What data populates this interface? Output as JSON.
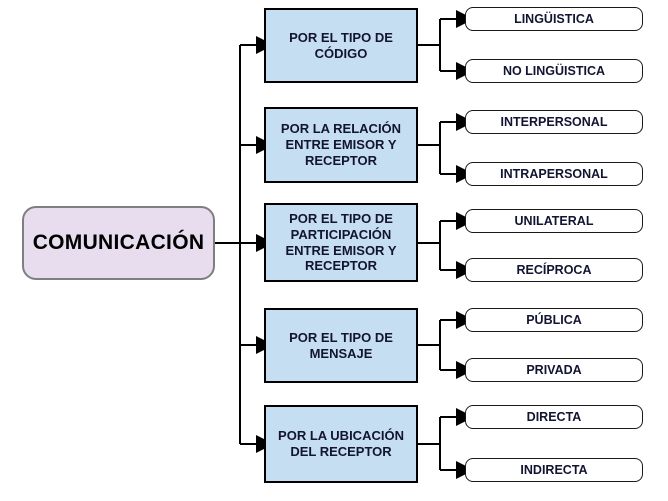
{
  "root": {
    "label": "COMUNICACIÓN"
  },
  "branches": [
    {
      "label": "POR EL TIPO DE CÓDIGO",
      "options": [
        "LINGÜISTICA",
        "NO LINGÜISTICA"
      ]
    },
    {
      "label": "POR LA RELACIÓN ENTRE EMISOR Y RECEPTOR",
      "options": [
        "INTERPERSONAL",
        "INTRAPERSONAL"
      ]
    },
    {
      "label": "POR EL TIPO DE PARTICIPACIÓN ENTRE EMISOR Y RECEPTOR",
      "options": [
        "UNILATERAL",
        "RECÍPROCA"
      ]
    },
    {
      "label": "POR EL TIPO DE MENSAJE",
      "options": [
        "PÚBLICA",
        "PRIVADA"
      ]
    },
    {
      "label": "POR LA UBICACIÓN DEL RECEPTOR",
      "options": [
        "DIRECTA",
        "INDIRECTA"
      ]
    }
  ],
  "colors": {
    "root_fill": "#E7DDEE",
    "root_border": "#7F7F7F",
    "branch_fill": "#C6DEF2",
    "branch_border": "#000000",
    "leaf_fill": "#FFFFFF",
    "leaf_border": "#1A1A1A",
    "connector": "#000000",
    "text": "#121432"
  }
}
